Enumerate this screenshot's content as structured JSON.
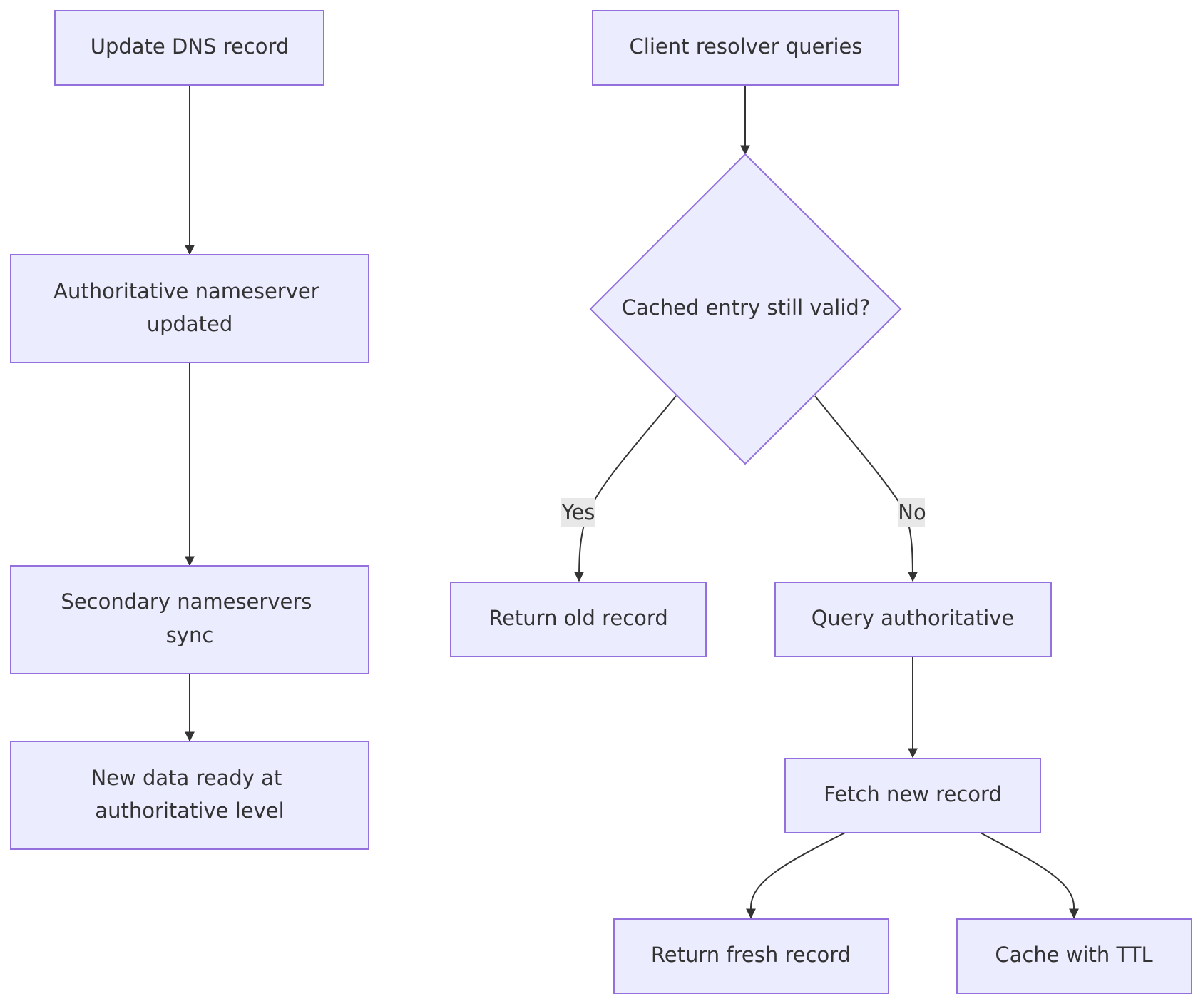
{
  "diagram": {
    "nodes": {
      "update_dns": {
        "label": "Update DNS record"
      },
      "auth_updated": {
        "lines": [
          "Authoritative nameserver",
          "updated"
        ]
      },
      "secondary_sync": {
        "lines": [
          "Secondary nameservers",
          "sync"
        ]
      },
      "new_data": {
        "lines": [
          "New data ready at",
          "authoritative level"
        ]
      },
      "client_queries": {
        "label": "Client resolver queries"
      },
      "cache_valid": {
        "label": "Cached entry still valid?"
      },
      "return_old": {
        "label": "Return old record"
      },
      "query_auth": {
        "label": "Query authoritative"
      },
      "fetch_new": {
        "label": "Fetch new record"
      },
      "return_fresh": {
        "label": "Return fresh record"
      },
      "cache_ttl": {
        "label": "Cache with TTL"
      }
    },
    "edge_labels": {
      "yes": "Yes",
      "no": "No"
    }
  }
}
